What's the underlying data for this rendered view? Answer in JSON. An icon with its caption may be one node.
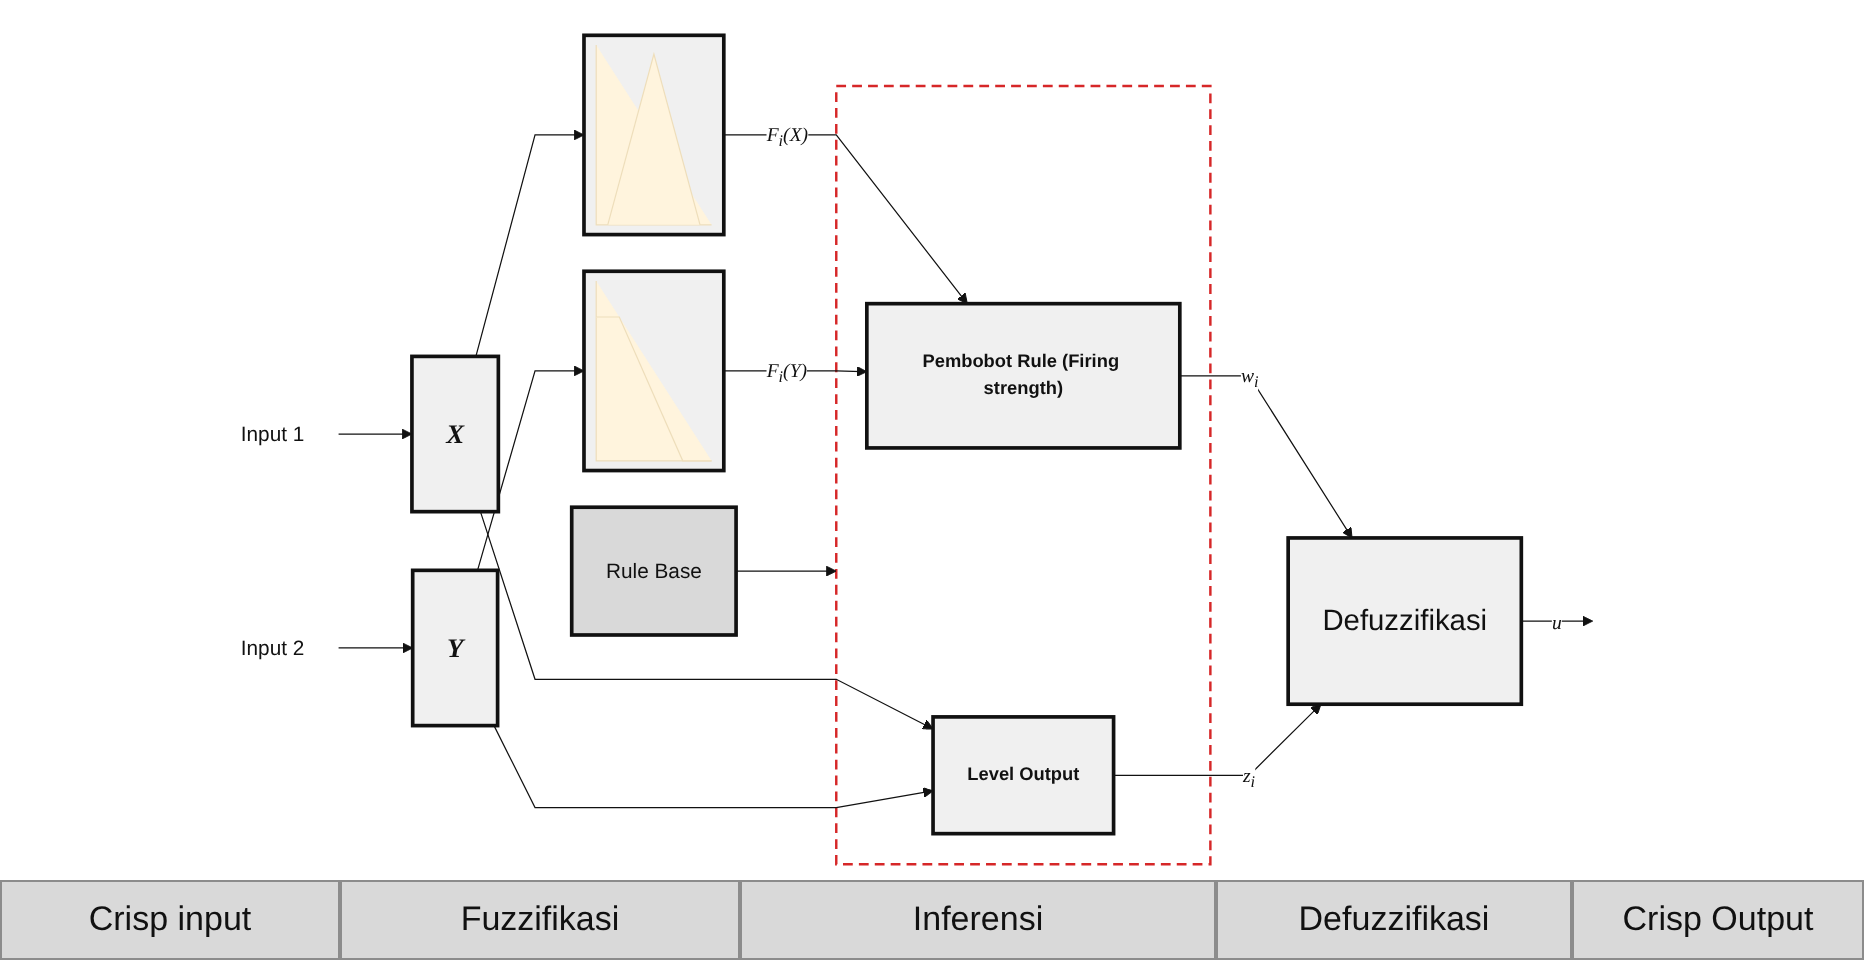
{
  "diagram": {
    "nodes": [
      {
        "text": [
          "Input 1"
        ]
      },
      {
        "text": [
          "X"
        ]
      },
      {
        "text": [
          "Input 2"
        ]
      },
      {
        "text": [
          "Y"
        ]
      },
      {
        "text": [],
        "shape": "picture"
      },
      {
        "text": [],
        "shape": "picture"
      },
      {
        "text": [
          "Rule Base"
        ]
      },
      {
        "text": [],
        "shape": "box"
      },
      {
        "text": [
          "Pembobot Rule (Firing strength)"
        ],
        "in": 7
      },
      {
        "text": [
          "Level Output"
        ],
        "in": 7
      },
      {
        "text": [
          "Defuzzifikasi"
        ]
      }
    ],
    "edges": [
      {
        "from": 0,
        "to": 1,
        "arrow": "to"
      },
      {
        "from": 2,
        "to": 3,
        "arrow": "to"
      },
      {
        "from": 1,
        "to": 4,
        "arrow": "to"
      },
      {
        "from": 1,
        "to": 9,
        "arrow": "to"
      },
      {
        "from": 3,
        "to": 5,
        "arrow": "to"
      },
      {
        "from": 3,
        "to": 9,
        "arrow": "to"
      },
      {
        "from": 4,
        "to": 8,
        "label": "F$_{i}$(X)",
        "arrow": "to"
      },
      {
        "from": 5,
        "to": 8,
        "label": "F$_{i}$(Y)",
        "arrow": "to"
      },
      {
        "from": 6,
        "to": 7,
        "arrow": "to"
      },
      {
        "from": 8,
        "to": 10,
        "label": "w$_{i}$",
        "arrow": "to"
      },
      {
        "from": 9,
        "to": 10,
        "label": "z$_{i}$",
        "arrow": "to"
      },
      {
        "from": 10,
        "to": null,
        "label": "u",
        "arrow": "to"
      }
    ],
    "labels": [
      "Crisp input",
      "Fuzzifikasi",
      "Inferensi",
      "Defuzzifikasi",
      "Crisp Output"
    ]
  }
}
